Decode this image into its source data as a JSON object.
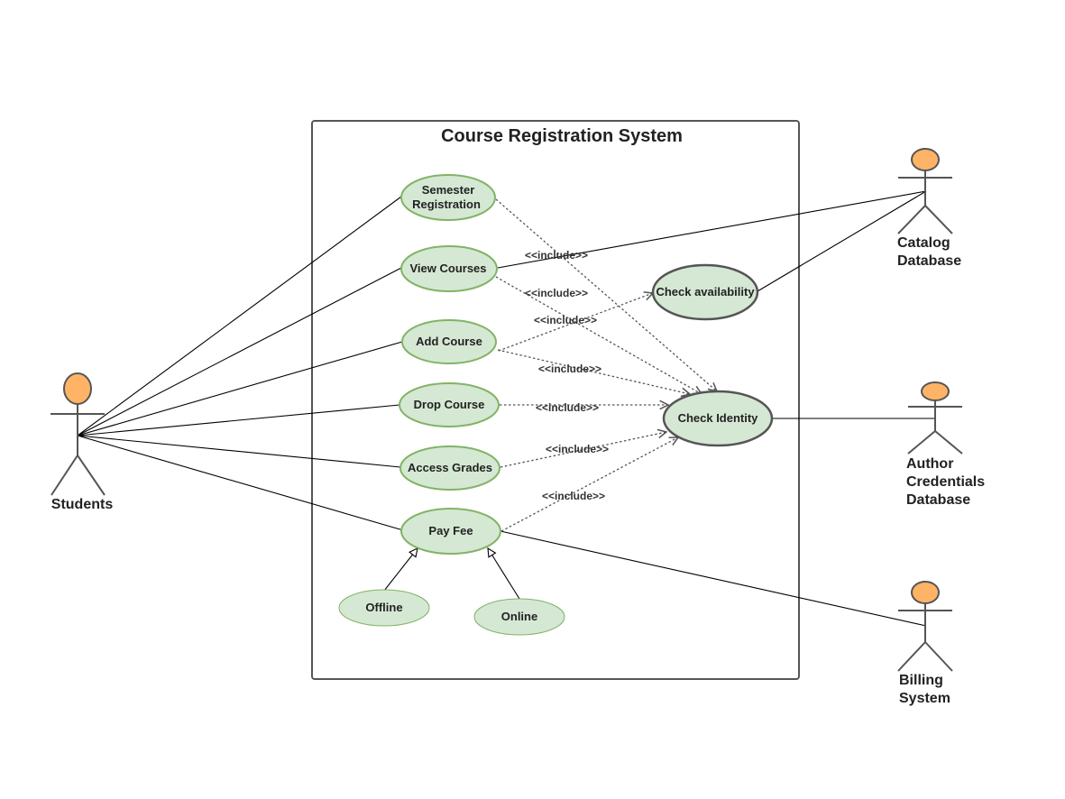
{
  "diagram": {
    "title": "Course Registration System",
    "colors": {
      "usecase_fill": "#d5e8d4",
      "usecase_stroke": "#82b366",
      "support_usecase_stroke": "#555555",
      "actor_head": "#ffb366",
      "actor_stroke": "#555555",
      "boundary_stroke": "#555555"
    },
    "actors": {
      "students": {
        "label": "Students"
      },
      "catalog": {
        "label_lines": [
          "Catalog",
          "Database"
        ]
      },
      "author": {
        "label_lines": [
          "Author",
          "Credentials",
          "Database"
        ]
      },
      "billing": {
        "label_lines": [
          "Billing",
          "System"
        ]
      }
    },
    "use_cases": {
      "semester_registration": {
        "label_lines": [
          "Semester",
          "Registration"
        ]
      },
      "view_courses": {
        "label": "View Courses"
      },
      "add_course": {
        "label": "Add Course"
      },
      "drop_course": {
        "label": "Drop Course"
      },
      "access_grades": {
        "label": "Access Grades"
      },
      "pay_fee": {
        "label": "Pay Fee"
      },
      "offline": {
        "label": "Offline"
      },
      "online": {
        "label": "Online"
      },
      "check_availability": {
        "label": "Check availability"
      },
      "check_identity": {
        "label": "Check Identity"
      }
    },
    "include_label": "<<include>>",
    "relationships": {
      "associations": [
        [
          "students",
          "semester_registration"
        ],
        [
          "students",
          "view_courses"
        ],
        [
          "students",
          "add_course"
        ],
        [
          "students",
          "drop_course"
        ],
        [
          "students",
          "access_grades"
        ],
        [
          "students",
          "pay_fee"
        ],
        [
          "catalog",
          "view_courses"
        ],
        [
          "catalog",
          "check_availability"
        ],
        [
          "author",
          "check_identity"
        ],
        [
          "billing",
          "pay_fee"
        ]
      ],
      "includes": [
        [
          "semester_registration",
          "check_identity"
        ],
        [
          "view_courses",
          "check_identity"
        ],
        [
          "add_course",
          "check_availability"
        ],
        [
          "add_course",
          "check_identity"
        ],
        [
          "drop_course",
          "check_identity"
        ],
        [
          "access_grades",
          "check_identity"
        ],
        [
          "pay_fee",
          "check_identity"
        ]
      ],
      "generalizations": [
        [
          "offline",
          "pay_fee"
        ],
        [
          "online",
          "pay_fee"
        ]
      ]
    }
  }
}
